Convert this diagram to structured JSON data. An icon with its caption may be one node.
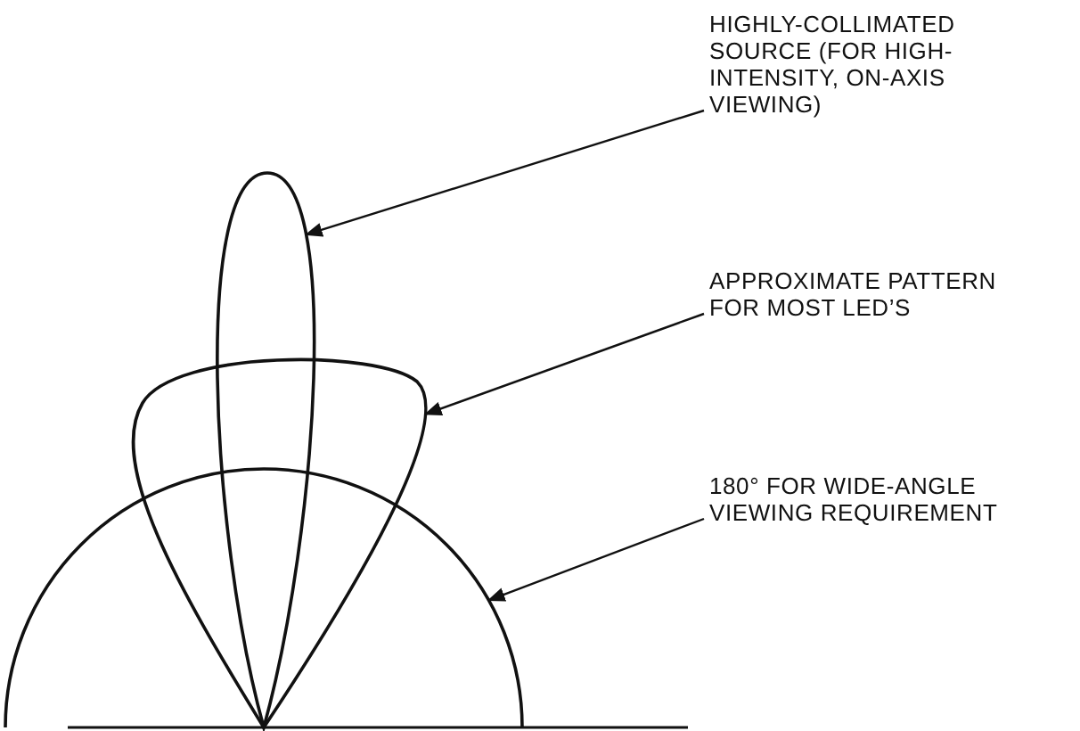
{
  "diagram": {
    "nodes": [
      {
        "text": [
          "HIGHLY-COLLIMATED SOURCE (FOR HIGH-INTENSITY, ON-AXIS VIEWING)"
        ]
      },
      {
        "text": [],
        "shape": "curve"
      },
      {
        "text": [
          "APPROXIMATE PATTERN FOR MOST LED’S"
        ]
      },
      {
        "text": [],
        "shape": "curve"
      },
      {
        "text": [
          "180° FOR WIDE-ANGLE VIEWING REQUIREMENT"
        ]
      },
      {
        "text": [],
        "shape": "curve"
      }
    ],
    "edges": [
      {
        "from": 0,
        "to": 1,
        "arrow": "to"
      },
      {
        "from": 2,
        "to": 3,
        "arrow": "to"
      },
      {
        "from": 4,
        "to": 5,
        "arrow": "to"
      }
    ]
  }
}
